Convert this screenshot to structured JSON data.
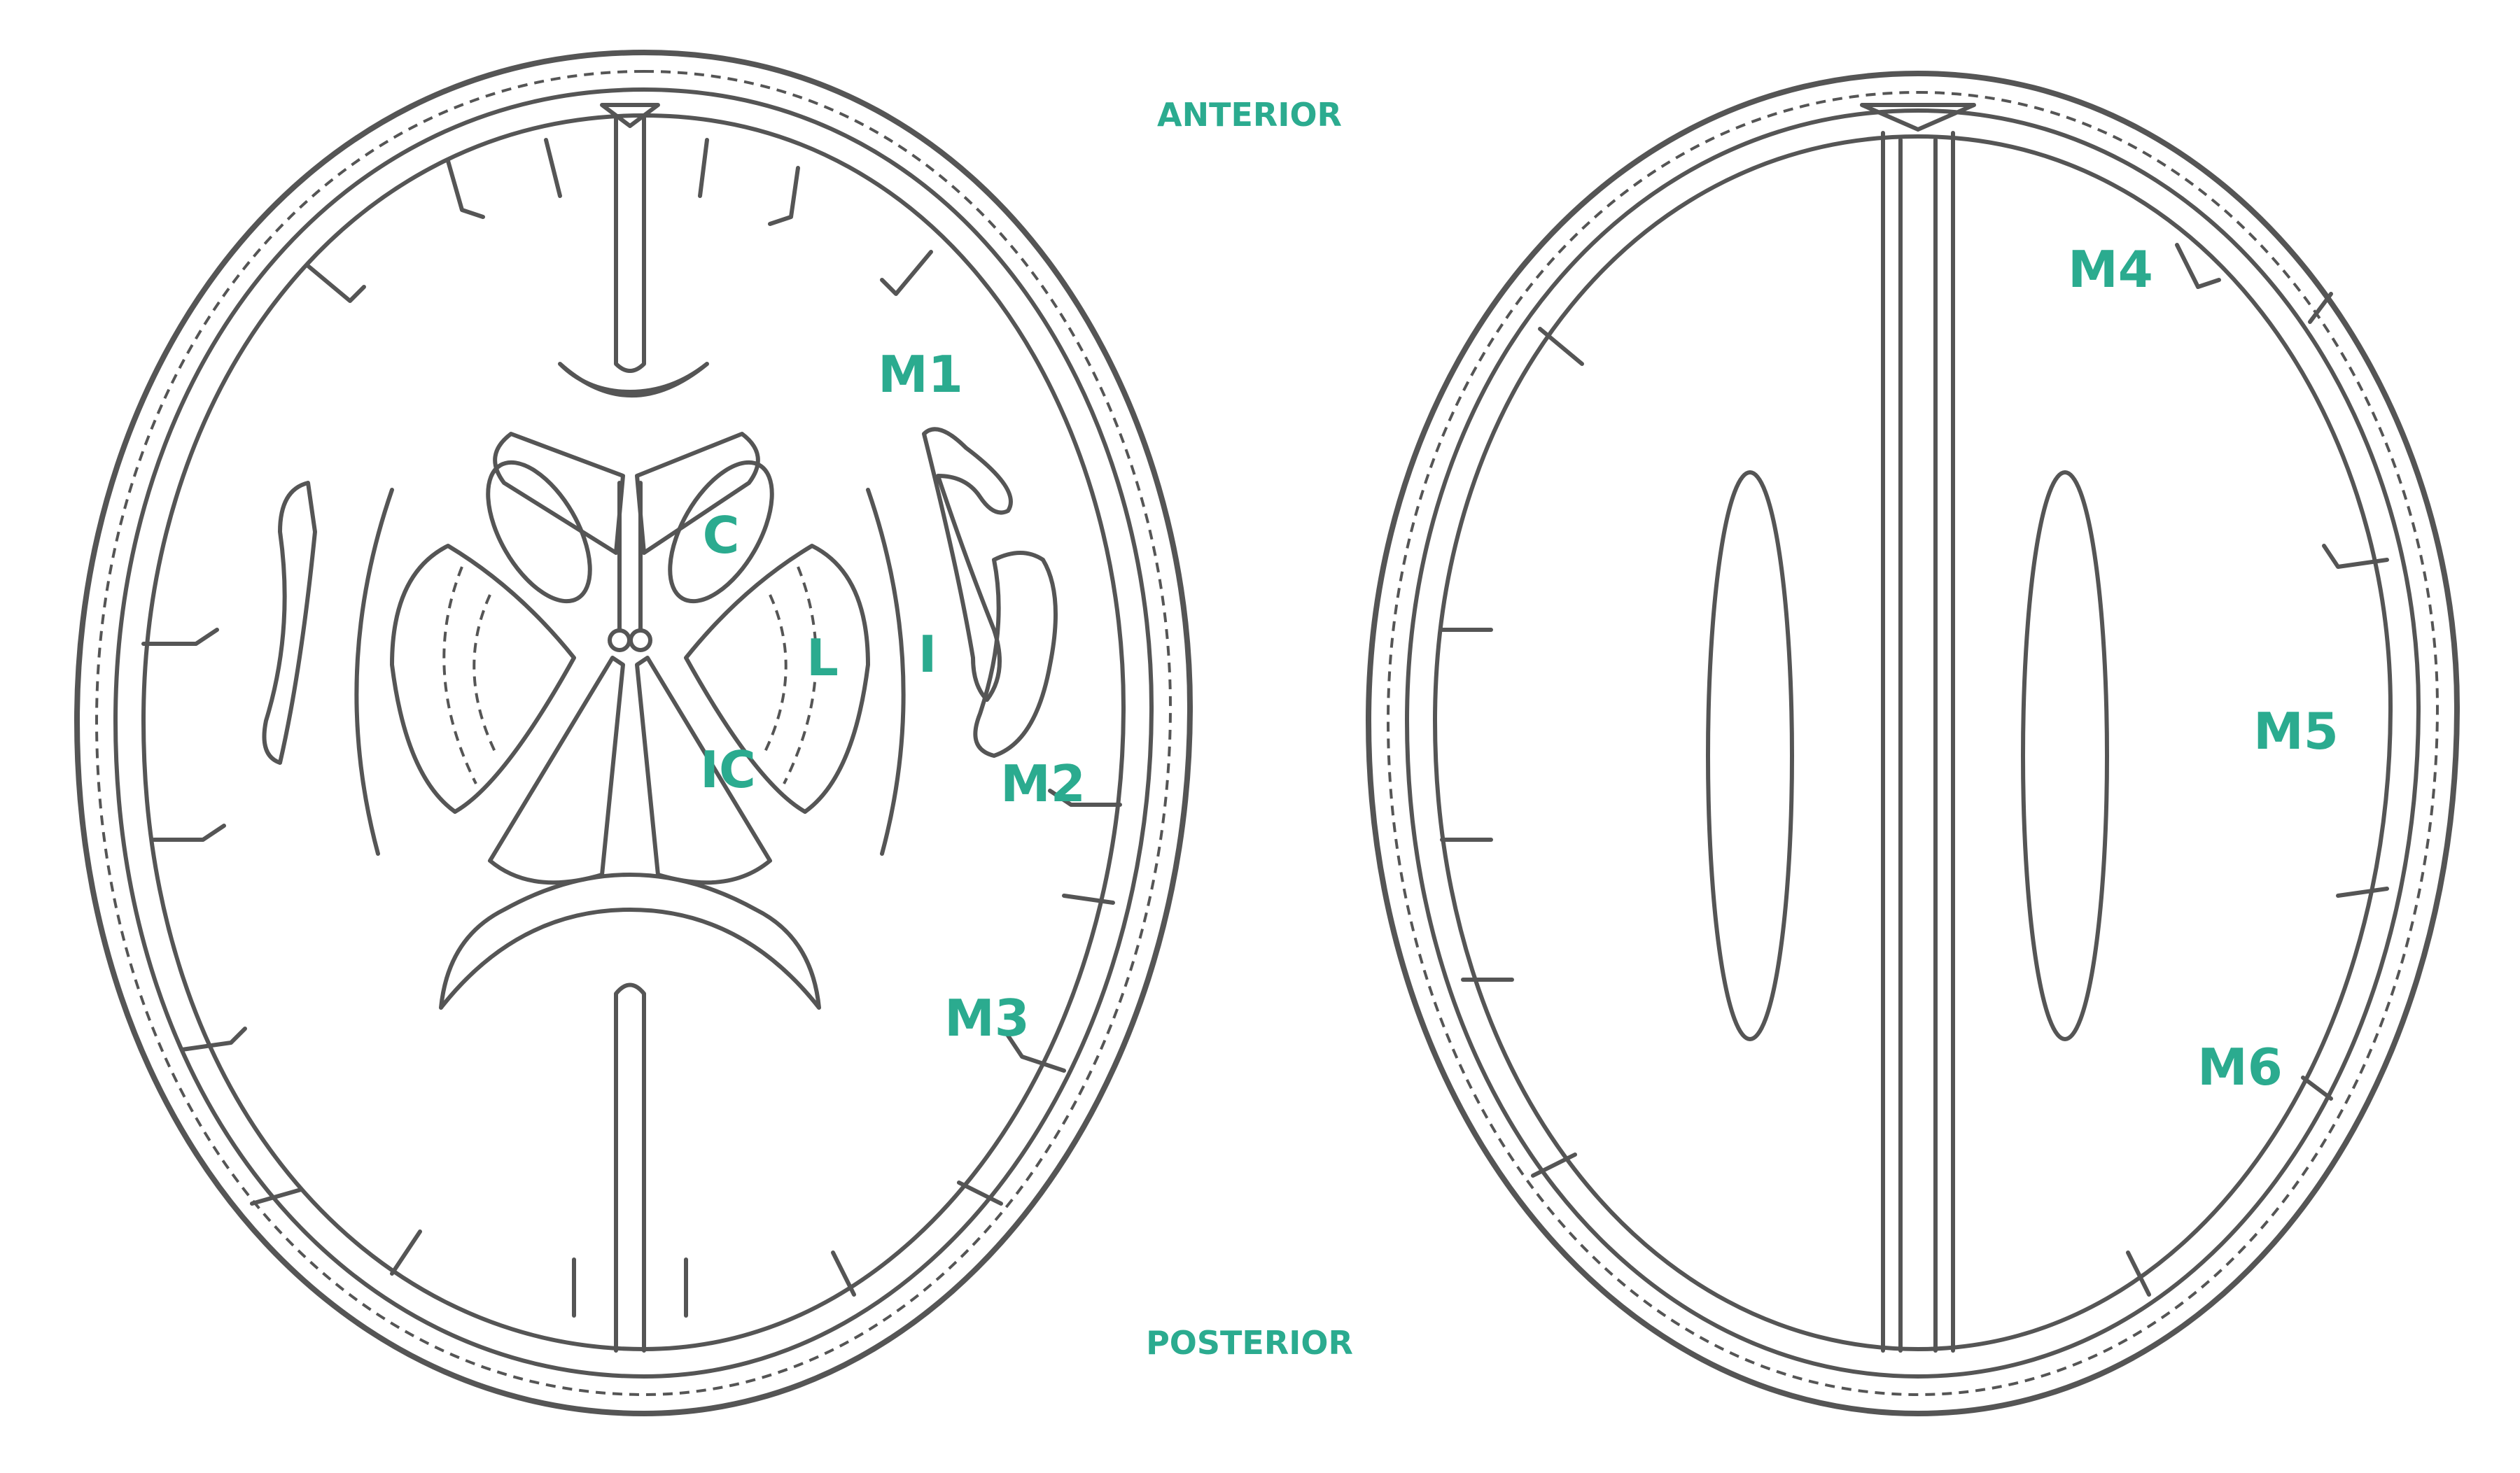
{
  "orientation": {
    "anterior": "ANTERIOR",
    "posterior": "POSTERIOR"
  },
  "left_section": {
    "labels": {
      "c": "C",
      "l": "L",
      "i": "I",
      "ic": "IC",
      "m1": "M1",
      "m2": "M2",
      "m3": "M3"
    }
  },
  "right_section": {
    "labels": {
      "m4": "M4",
      "m5": "M5",
      "m6": "M6"
    }
  },
  "colors": {
    "label": "#2bab8f",
    "line": "#555555",
    "background": "#ffffff"
  }
}
